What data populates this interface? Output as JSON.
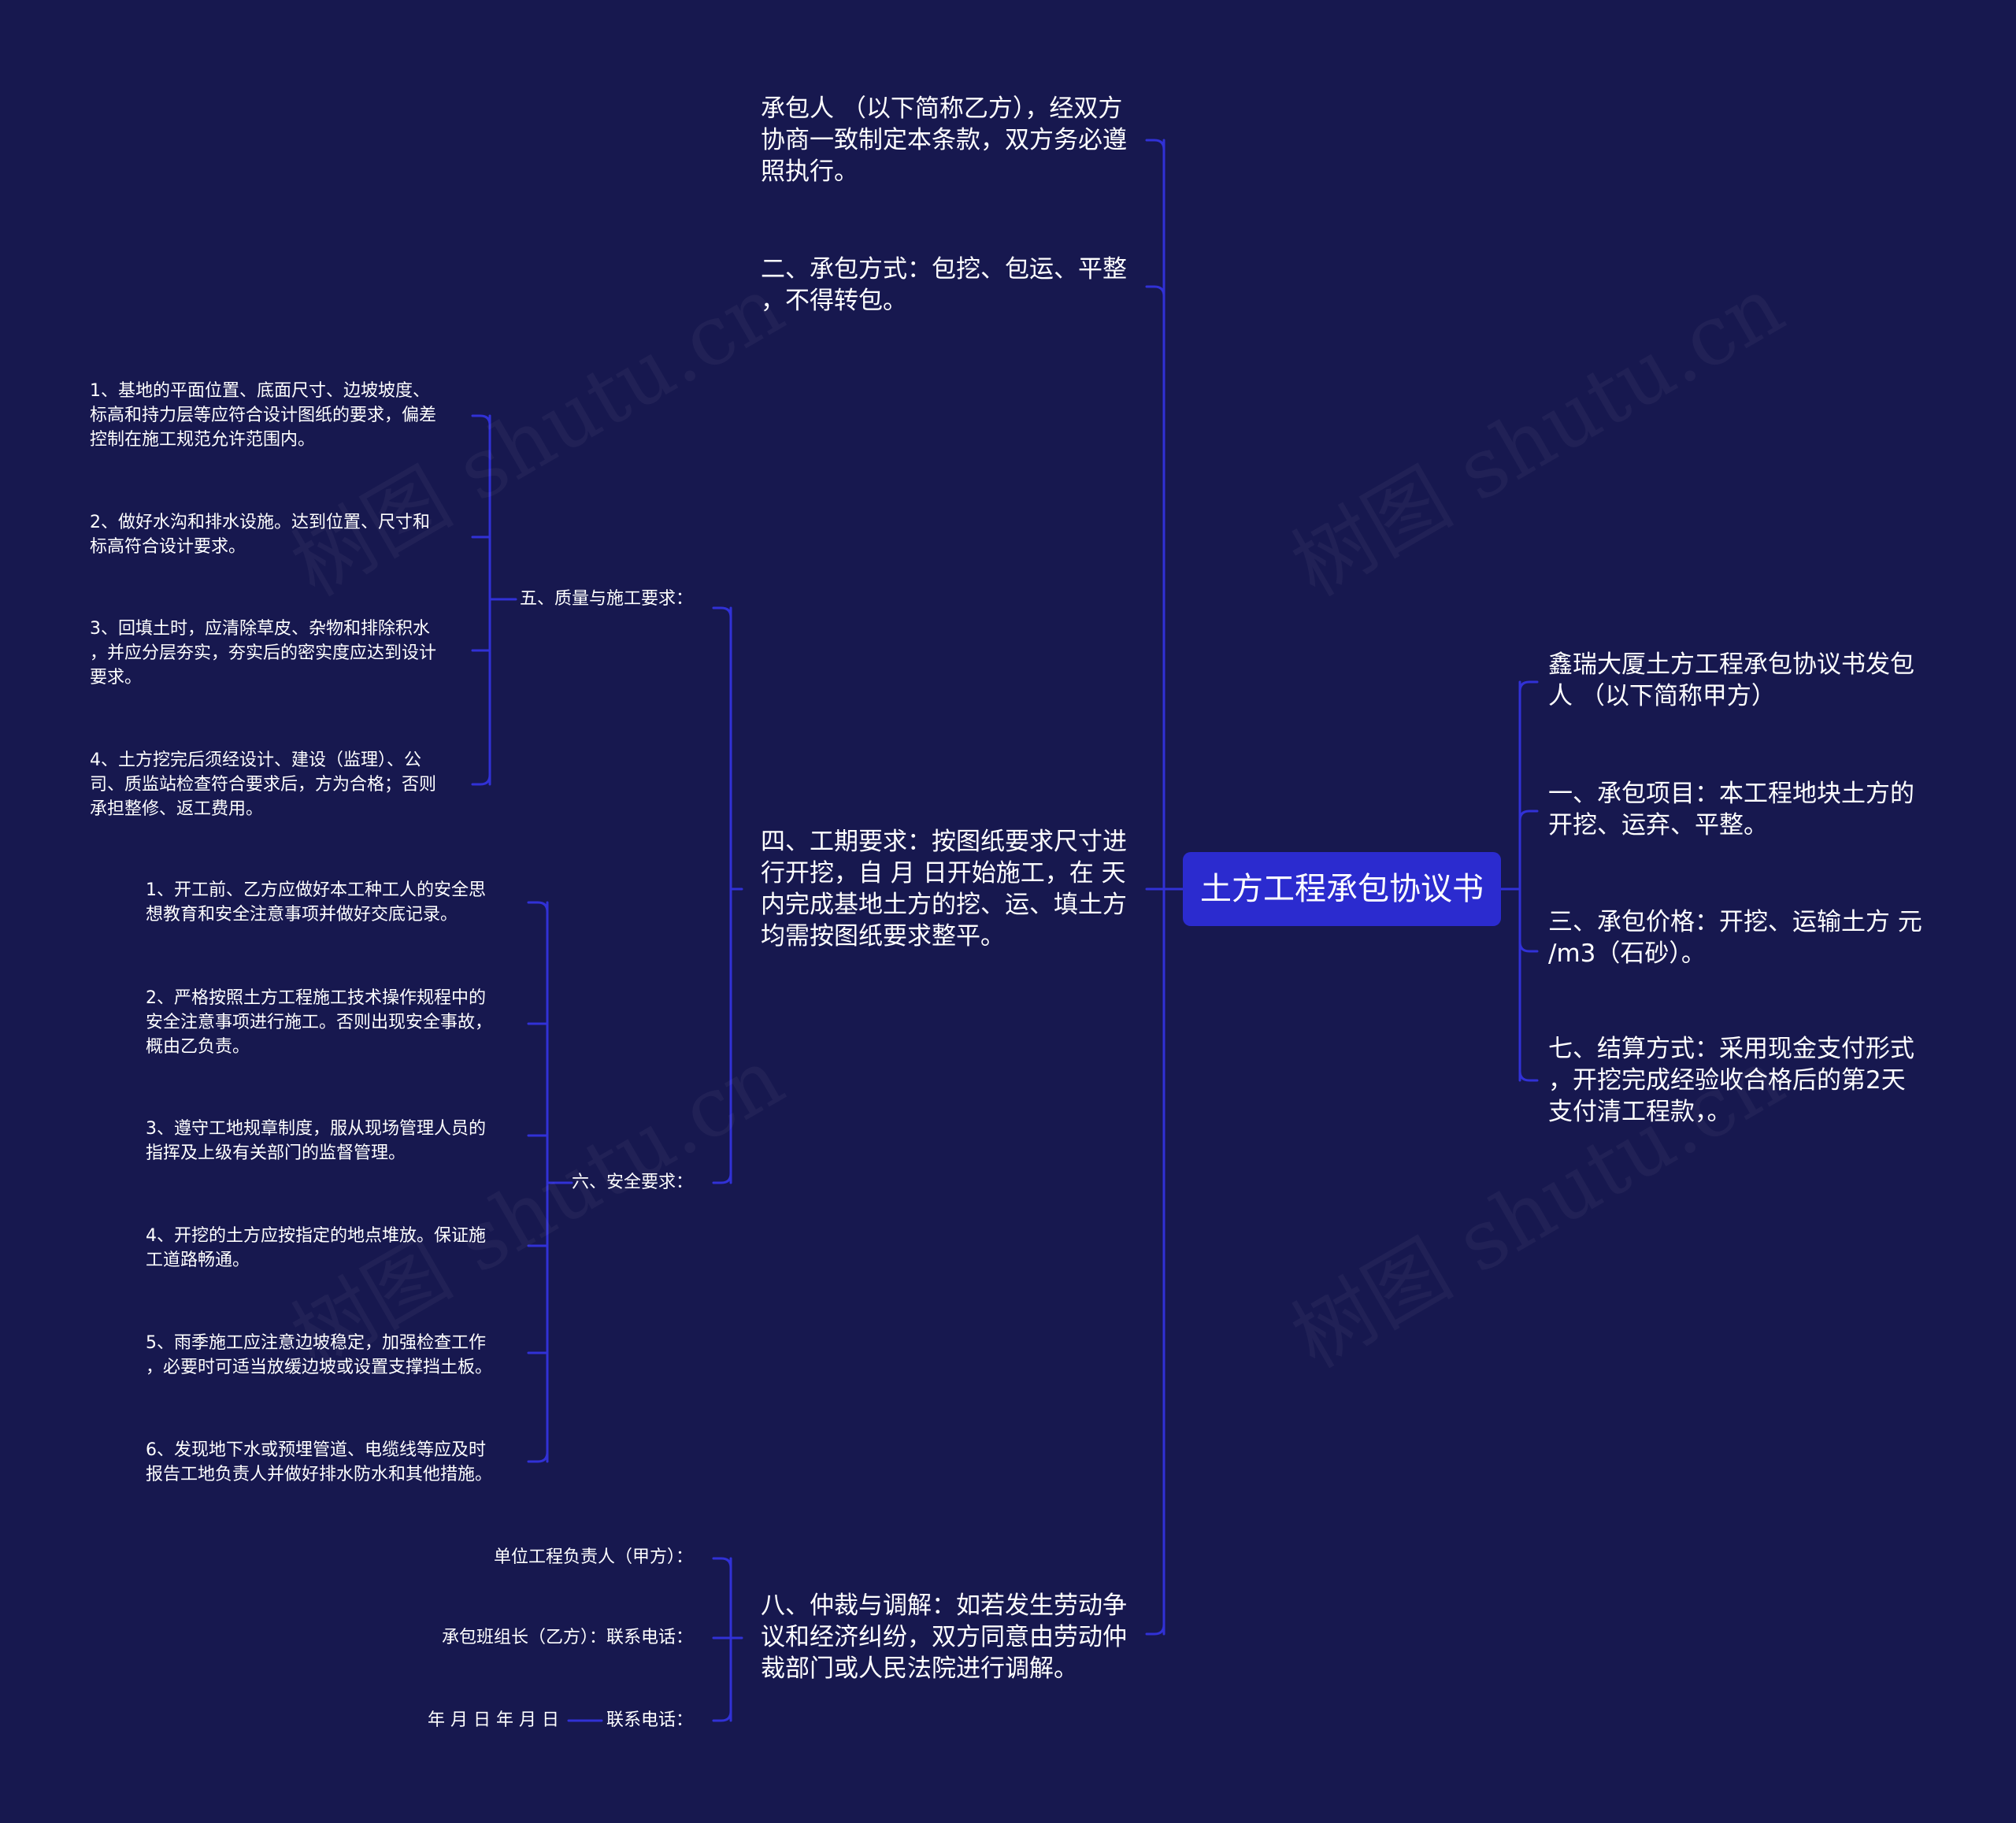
{
  "watermark": "树图 shutu.cn",
  "root": "土方工程承包协议书",
  "right": [
    "鑫瑞大厦土方工程承包协议书发包\n人 （以下简称甲方）",
    "一、承包项目：本工程地块土方的\n开挖、运弃、平整。",
    "三、承包价格：开挖、运输土方 元\n/m3（石砂）。",
    "七、结算方式：采用现金支付形式\n，开挖完成经验收合格后的第2天\n支付清工程款，。"
  ],
  "left": [
    "承包人 （以下简称乙方），经双方\n协商一致制定本条款，双方务必遵\n照执行。",
    "二、承包方式：包挖、包运、平整\n，不得转包。",
    "四、工期要求：按图纸要求尺寸进\n行开挖，自 月 日开始施工，在 天\n内完成基地土方的挖、运、填土方\n均需按图纸要求整平。",
    "八、仲裁与调解：如若发生劳动争\n议和经济纠纷，双方同意由劳动仲\n裁部门或人民法院进行调解。"
  ],
  "quality": {
    "label": "五、质量与施工要求：",
    "items": [
      "1、基地的平面位置、底面尺寸、边坡坡度、\n标高和持力层等应符合设计图纸的要求，偏差\n控制在施工规范允许范围内。",
      "2、做好水沟和排水设施。达到位置、尺寸和\n标高符合设计要求。",
      "3、回填土时，应清除草皮、杂物和排除积水\n，并应分层夯实，夯实后的密实度应达到设计\n要求。",
      "4、土方挖完后须经设计、建设（监理）、公\n司、质监站检查符合要求后，方为合格；否则\n承担整修、返工费用。"
    ]
  },
  "safety": {
    "label": "六、安全要求：",
    "items": [
      "1、开工前、乙方应做好本工种工人的安全思\n想教育和安全注意事项并做好交底记录。",
      "2、严格按照土方工程施工技术操作规程中的\n安全注意事项进行施工。否则出现安全事故，\n概由乙负责。",
      "3、遵守工地规章制度，服从现场管理人员的\n指挥及上级有关部门的监督管理。",
      "4、开挖的土方应按指定的地点堆放。保证施\n工道路畅通。",
      "5、雨季施工应注意边坡稳定，加强检查工作\n，必要时可适当放缓边坡或设置支撑挡土板。",
      "6、发现地下水或预埋管道、电缆线等应及时\n报告工地负责人并做好排水防水和其他措施。"
    ]
  },
  "arbitration": {
    "items": [
      "单位工程负责人（甲方）：",
      "承包班组长（乙方）：联系电话：",
      "联系电话："
    ],
    "date": "年 月 日 年 月 日"
  },
  "colors": {
    "background": "#17184f",
    "line": "#3131d6",
    "root_fill": "#2b2bcf",
    "text": "#ffffff"
  }
}
